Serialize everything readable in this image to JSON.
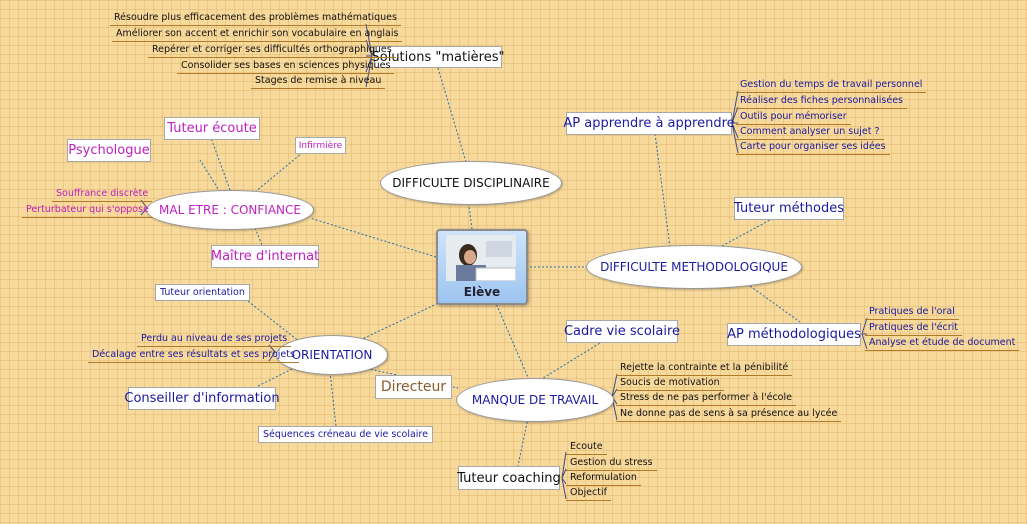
{
  "center": {
    "label": "Elève"
  },
  "main": {
    "disciplinaire": "DIFFICULTE DISCIPLINAIRE",
    "methodologique": "DIFFICULTE METHODOLOGIQUE",
    "confiance": "MAL ETRE : CONFIANCE",
    "orientation": "ORIENTATION",
    "travail": "MANQUE DE TRAVAIL"
  },
  "solutions": {
    "label": "Solutions \"matières\"",
    "items": [
      "Résoudre plus efficacement des problèmes mathématiques",
      "Améliorer son accent et enrichir son vocabulaire en anglais",
      "Repérer et corriger ses difficultés orthographiques",
      "Consolider ses bases en sciences physiques",
      "Stages de remise à niveau"
    ]
  },
  "ap_apprendre": {
    "label": "AP apprendre à apprendre",
    "items": [
      "Gestion du temps de travail personnel",
      "Réaliser des fiches personnalisées",
      "Outils pour mémoriser",
      "Comment analyser un sujet ?",
      "Carte pour organiser ses idées"
    ]
  },
  "tuteur_methodes": "Tuteur méthodes",
  "ap_methodo": {
    "label": "AP méthodologiques",
    "items": [
      "Pratiques de l'oral",
      "Pratiques de l'écrit",
      "Analyse et étude de document"
    ]
  },
  "confiance_nodes": {
    "psychologue": "Psychologue",
    "tuteur_ecoute": "Tuteur écoute",
    "infirmiere": "Infirmière",
    "maitre_internat": "Maître d'internat",
    "souffrance": "Souffrance discrète",
    "perturbateur": "Perturbateur qui s'oppose"
  },
  "orientation_nodes": {
    "tuteur_orientation": "Tuteur orientation",
    "perdu": "Perdu au niveau de ses projets",
    "decalage": "Décalage entre ses résultats et ses projets",
    "conseiller": "Conseiller d'information",
    "sequences": "Séquences créneau de vie scolaire",
    "directeur": "Directeur"
  },
  "travail_nodes": {
    "cadre": "Cadre vie scolaire",
    "items": [
      "Rejette la contrainte et la pénibilité",
      "Soucis de motivation",
      "Stress de ne pas performer à l'école",
      "Ne donne pas de sens à sa présence au lycée"
    ]
  },
  "coaching": {
    "label": "Tuteur coaching",
    "items": [
      "Ecoute",
      "Gestion du stress",
      "Reformulation",
      "Objectif"
    ]
  },
  "colors": {
    "background": "#f8d99c",
    "connector": "#1f6fb0",
    "blue_text": "#1a1aa0",
    "magenta_text": "#c020c0",
    "brown_text": "#8b5a2b"
  }
}
